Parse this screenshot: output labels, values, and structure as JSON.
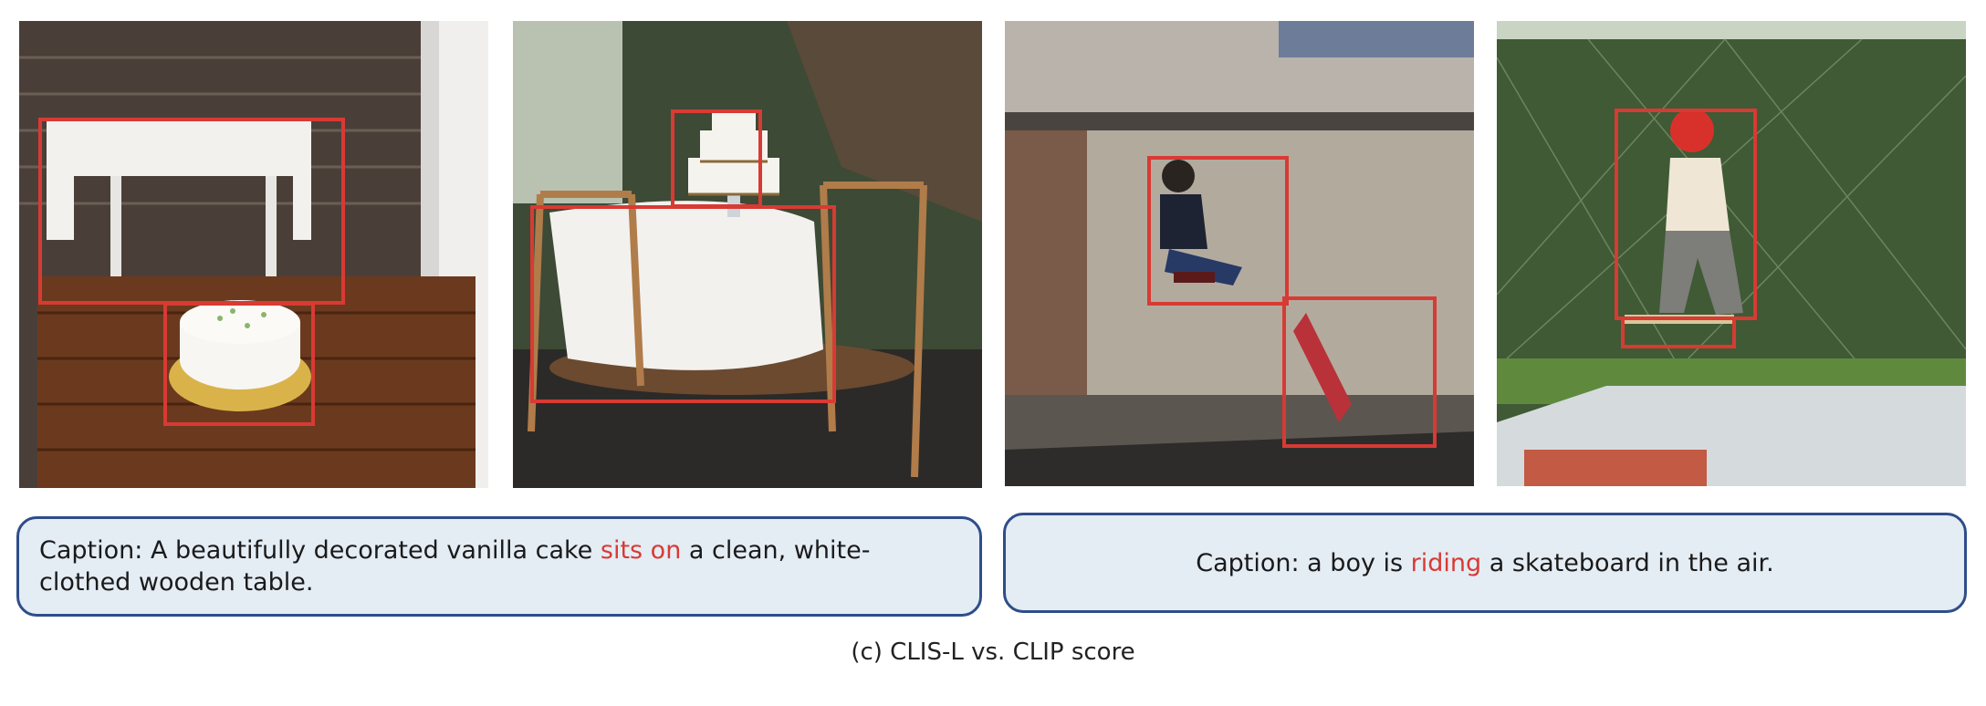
{
  "panels": [
    {
      "caption_prefix": "Caption: ",
      "caption_before": "A beautifully decorated vanilla cake ",
      "caption_highlight": "sits on",
      "caption_after": " a clean, white-clothed wooden table."
    },
    {
      "caption_prefix": "Caption: ",
      "caption_before": "a boy is ",
      "caption_highlight": "riding",
      "caption_after": " a skateboard in the air."
    }
  ],
  "figure_caption": "(c) CLIS-L vs. CLIP score",
  "colors": {
    "bbox": "#d83a34",
    "highlight": "#d83a34",
    "caption_bg": "#e4ecf4",
    "caption_border": "#2f4d8a"
  }
}
